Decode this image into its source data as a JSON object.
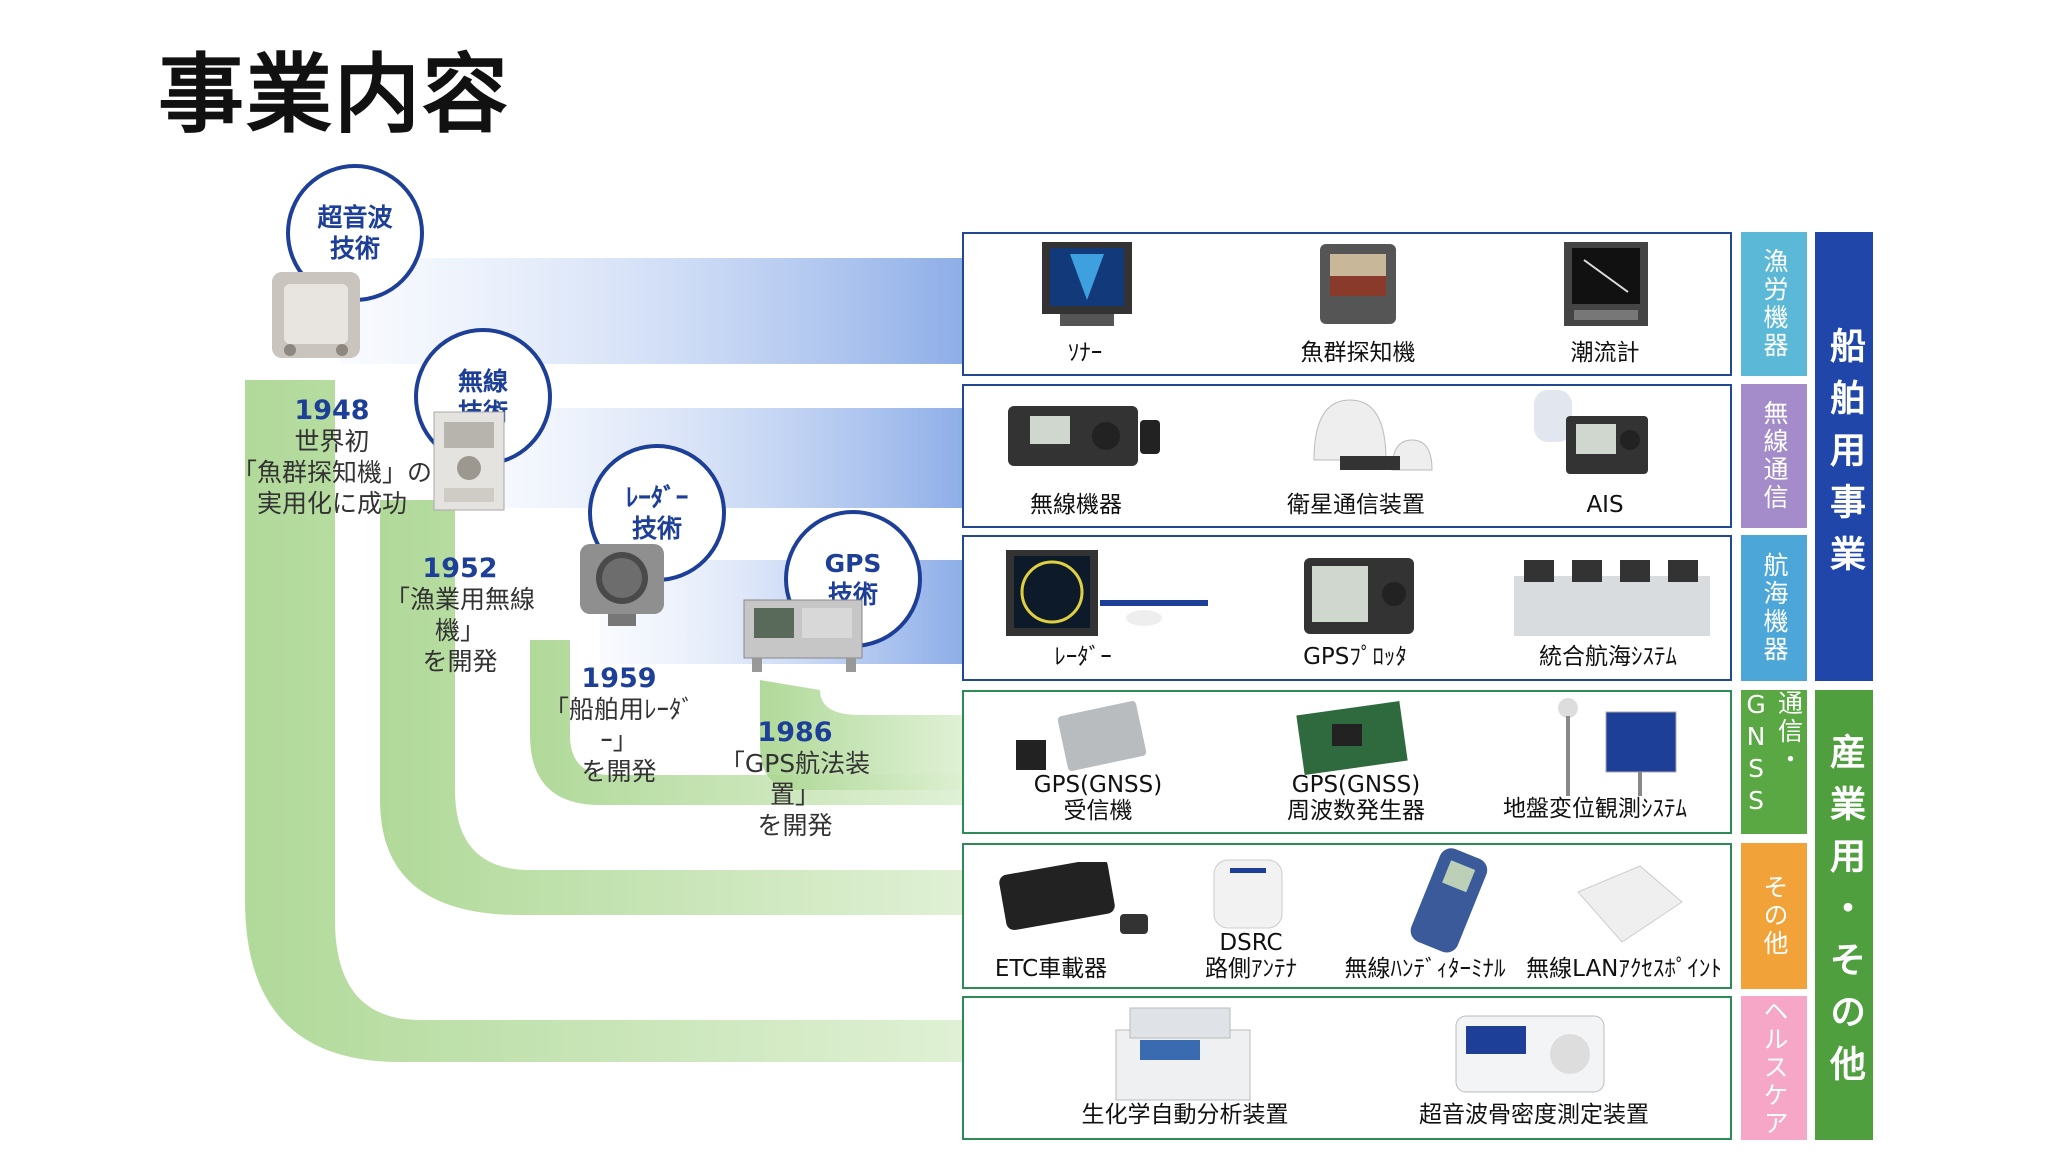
{
  "page_title": "事業内容",
  "technologies": [
    {
      "label": "超音波\n技術"
    },
    {
      "label": "無線\n技術"
    },
    {
      "label": "ﾚｰﾀﾞｰ\n技術"
    },
    {
      "label": "GPS\n技術"
    }
  ],
  "milestones": [
    {
      "year": "1948",
      "text": "世界初\n「魚群探知機」の\n実用化に成功"
    },
    {
      "year": "1952",
      "text": "「漁業用無線機」\nを開発"
    },
    {
      "year": "1959",
      "text": "「船舶用ﾚｰﾀﾞｰ」\nを開発"
    },
    {
      "year": "1986",
      "text": "「GPS航法装置」\nを開発"
    }
  ],
  "categories": [
    {
      "name": "漁労機器",
      "products": [
        "ｿﾅｰ",
        "魚群探知機",
        "潮流計"
      ]
    },
    {
      "name": "無線通信",
      "products": [
        "無線機器",
        "衛星通信装置",
        "AIS"
      ]
    },
    {
      "name": "航海機器",
      "products": [
        "ﾚｰﾀﾞｰ",
        "GPSﾌﾟﾛｯﾀ",
        "統合航海ｼｽﾃﾑ"
      ]
    },
    {
      "name": "通信・GNSS",
      "products": [
        "GPS(GNSS)\n受信機",
        "GPS(GNSS)\n周波数発生器",
        "地盤変位観測ｼｽﾃﾑ"
      ]
    },
    {
      "name": "その他",
      "products": [
        "ETC車載器",
        "DSRC\n路側ｱﾝﾃﾅ",
        "無線ﾊﾝﾃﾞｨﾀｰﾐﾅﾙ",
        "無線LANｱｸｾｽﾎﾟｲﾝﾄ"
      ]
    },
    {
      "name": "ヘルスケア",
      "products": [
        "生化学自動分析装置",
        "超音波骨密度測定装置"
      ]
    }
  ],
  "segments": [
    {
      "name": "船舶用事業"
    },
    {
      "name": "産業用・その他"
    }
  ],
  "colors": {
    "navy": "#1d3f97",
    "blue_band": "#8eaee8",
    "green_band": "#a8d58e",
    "tag_fishing": "#5bb8d6",
    "tag_radio": "#a38cc9",
    "tag_nav": "#4da6d8",
    "tag_gnss": "#5aa844",
    "tag_other": "#f1a33a",
    "tag_health": "#f6a6c6",
    "segment_marine": "#1f46a8",
    "segment_industry": "#4f9f3f"
  }
}
